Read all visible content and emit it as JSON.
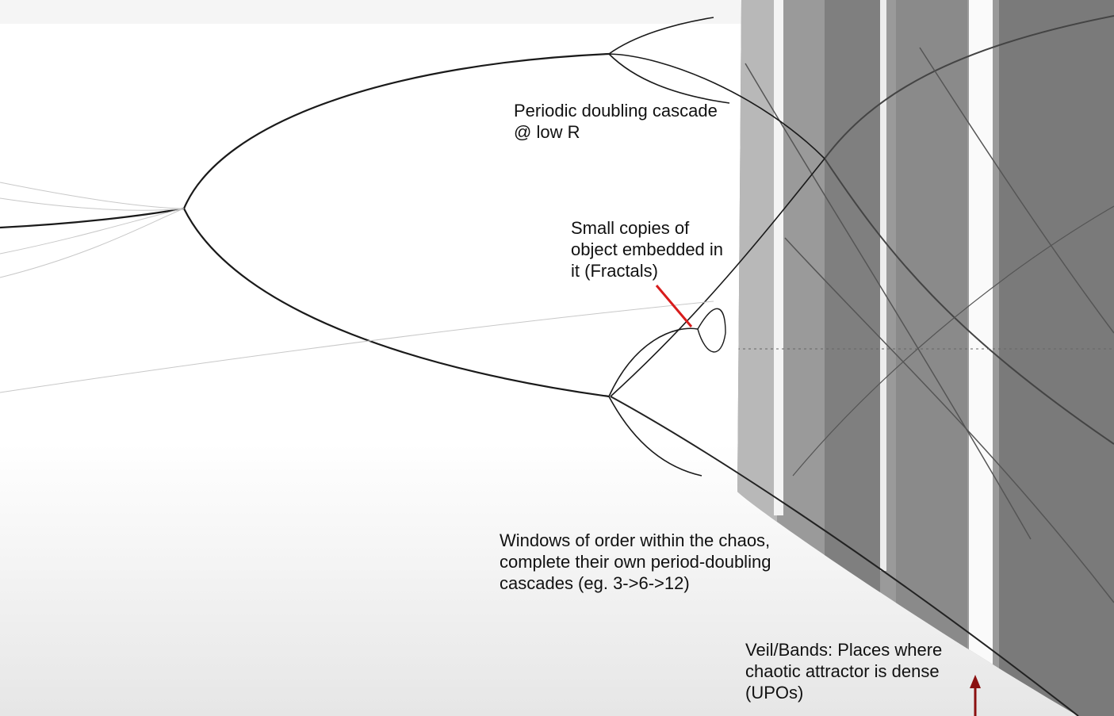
{
  "annotations": {
    "period_doubling": {
      "lines": [
        "Periodic doubling cascade",
        "@ low R"
      ]
    },
    "fractals": {
      "lines": [
        "Small copies of",
        "object embedded in",
        "it (Fractals)"
      ]
    },
    "windows": {
      "lines": [
        "Windows of order within the chaos,",
        "complete their own period-doubling",
        "cascades (eg. 3->6->12)"
      ]
    },
    "veil": {
      "lines": [
        "Veil/Bands: Places where",
        "chaotic attractor is dense",
        "(UPOs)"
      ]
    }
  },
  "colors": {
    "ink": "#111111",
    "pointer_red": "#d81c1c",
    "arrow_dark_red": "#8b1010",
    "chaos_band": "#8c8c8c"
  },
  "icons": {
    "pointer_line": "red-pointer-line",
    "pointer_arrow": "red-up-arrow"
  }
}
